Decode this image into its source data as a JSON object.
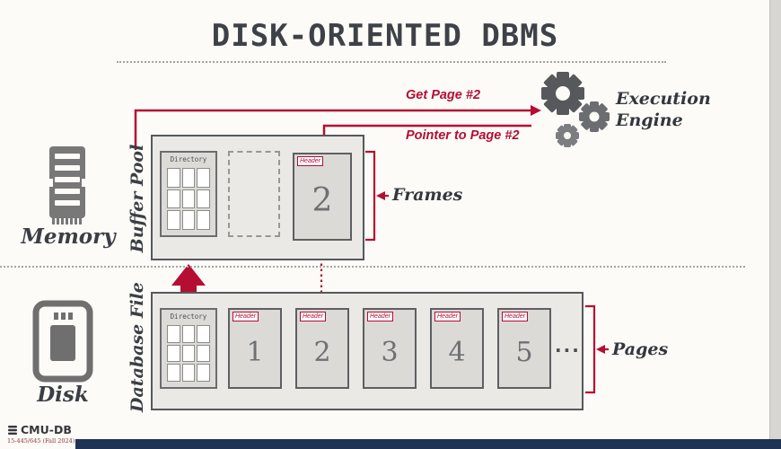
{
  "title": "DISK-ORIENTED DBMS",
  "annotations": {
    "get_page": "Get Page #2",
    "pointer_to_page": "Pointer to Page #2"
  },
  "execution_engine": {
    "line1": "Execution",
    "line2": "Engine"
  },
  "memory": {
    "label": "Memory"
  },
  "disk": {
    "label": "Disk"
  },
  "buffer_pool": {
    "label": "Buffer Pool",
    "directory_label": "Directory",
    "page": {
      "header": "Header",
      "number": "2"
    },
    "bracket_label": "Frames"
  },
  "database_file": {
    "label": "Database File",
    "directory_label": "Directory",
    "pages": [
      {
        "header": "Header",
        "number": "1"
      },
      {
        "header": "Header",
        "number": "2"
      },
      {
        "header": "Header",
        "number": "3"
      },
      {
        "header": "Header",
        "number": "4"
      },
      {
        "header": "Header",
        "number": "5"
      }
    ],
    "ellipsis": "...",
    "bracket_label": "Pages"
  },
  "footer": {
    "logo_text": "CMU-DB",
    "course": "15-445/645 (Fall 2024)"
  },
  "colors": {
    "accent_red": "#b60d33",
    "box_fill": "#eae9e5",
    "page_fill": "#dbdad6",
    "dark_text": "#3e4248",
    "footer_bar_navy": "#1f3355"
  }
}
